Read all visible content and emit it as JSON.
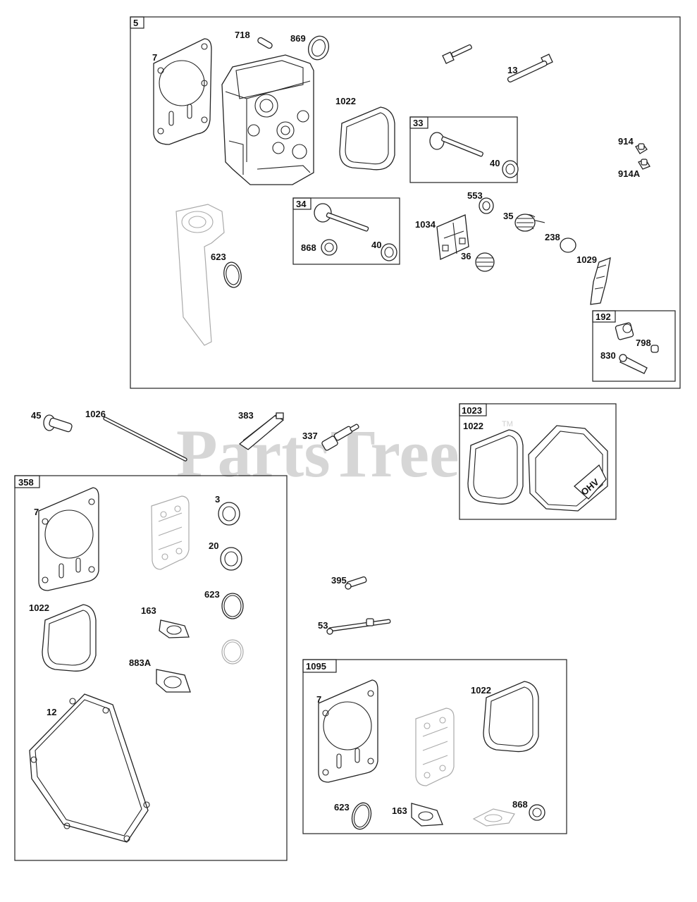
{
  "watermark": {
    "text": "PartsTree",
    "tm": "TM"
  },
  "groups": [
    {
      "id": "5"
    },
    {
      "id": "33"
    },
    {
      "id": "34"
    },
    {
      "id": "192"
    },
    {
      "id": "358"
    },
    {
      "id": "1023"
    },
    {
      "id": "1095"
    }
  ],
  "labels": {
    "g5": [
      "7",
      "718",
      "869",
      "13",
      "1022",
      "914",
      "914A",
      "553",
      "35",
      "238",
      "1034",
      "36",
      "1029",
      "623",
      "868",
      "40",
      "40",
      "798",
      "830"
    ],
    "g5_33": "33",
    "g5_34": "34",
    "g5_192": "192",
    "loose": [
      "45",
      "1026",
      "383",
      "337",
      "395",
      "53"
    ],
    "g358": [
      "7",
      "3",
      "20",
      "623",
      "1022",
      "163",
      "883A",
      "12"
    ],
    "g1023": [
      "1022"
    ],
    "g1095": [
      "7",
      "1022",
      "623",
      "163",
      "868"
    ]
  },
  "text": {
    "g5_box": "5",
    "g33_box": "33",
    "g34_box": "34",
    "g192_box": "192",
    "g358_box": "358",
    "g1023_box": "1023",
    "g1095_box": "1095",
    "p7a": "7",
    "p718": "718",
    "p869a": "869",
    "p13": "13",
    "p1022a": "1022",
    "p914": "914",
    "p914a": "914A",
    "p553": "553",
    "p35": "35",
    "p238": "238",
    "p1034": "1034",
    "p36": "36",
    "p1029": "1029",
    "p623a": "623",
    "p868a": "868",
    "p40a": "40",
    "p40b": "40",
    "p798": "798",
    "p830": "830",
    "p45": "45",
    "p1026": "1026",
    "p383": "383",
    "p337": "337",
    "p395": "395",
    "p53": "53",
    "p7b": "7",
    "p3": "3",
    "p20": "20",
    "p623b": "623",
    "p1022b": "1022",
    "p163a": "163",
    "p883a": "883A",
    "p12": "12",
    "p1022c": "1022",
    "p7c": "7",
    "p1022d": "1022",
    "p623c": "623",
    "p163b": "163",
    "p868b": "868",
    "ohv": "OHV"
  }
}
